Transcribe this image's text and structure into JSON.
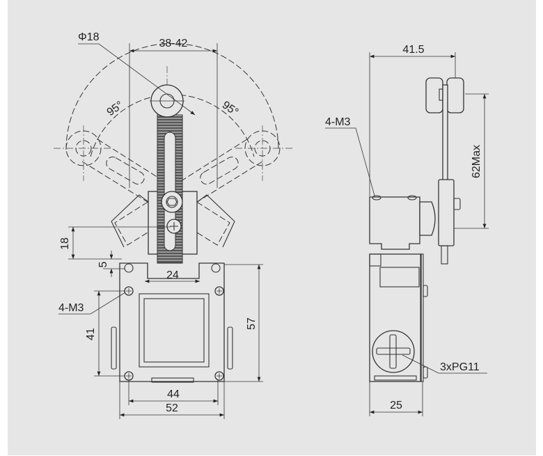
{
  "front_view": {
    "roller_diameter": "Φ18",
    "lever_width": "38-42",
    "angle_left": "95°",
    "angle_right": "95°",
    "dim_18": "18",
    "dim_5": "5",
    "dim_24": "24",
    "mount_thread": "4-M3",
    "dim_41": "41",
    "dim_57": "57",
    "dim_44": "44",
    "dim_52": "52"
  },
  "side_view": {
    "dim_41_5": "41.5",
    "mount_thread": "4-M3",
    "lever_max": "62Max",
    "conduit": "3xPG11",
    "dim_25": "25"
  }
}
